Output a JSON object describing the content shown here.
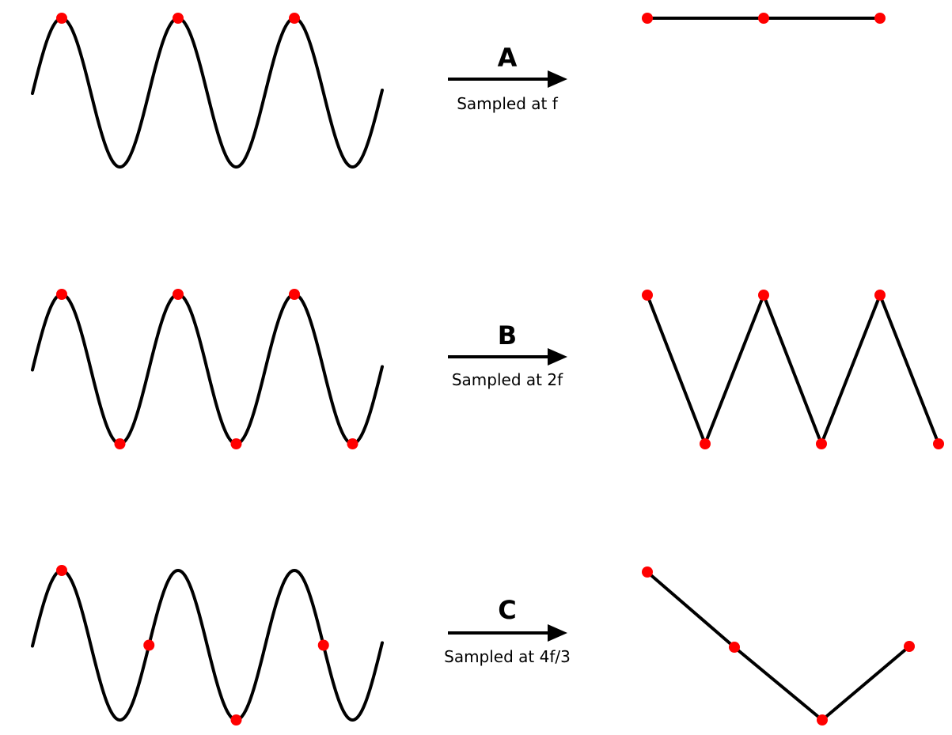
{
  "colors": {
    "line": "#000000",
    "sample": "#ff0000",
    "background": "#ffffff"
  },
  "rows": [
    {
      "label": "A",
      "caption": "Sampled at f"
    },
    {
      "label": "B",
      "caption": "Sampled at 2f"
    },
    {
      "label": "C",
      "caption": "Sampled at 4f/3"
    }
  ]
}
